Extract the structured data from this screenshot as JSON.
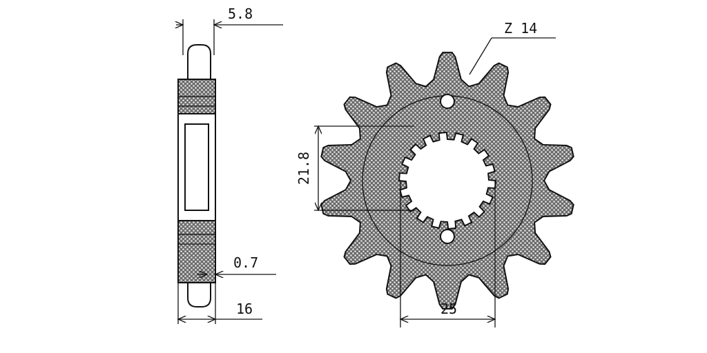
{
  "drawing": {
    "dimensions": {
      "width_top": "5.8",
      "teeth": "Z 14",
      "inner_spline": "21.8",
      "offset": "0.7",
      "hub_width": "16",
      "hole_spacing": "25"
    },
    "teeth_count": 14
  }
}
